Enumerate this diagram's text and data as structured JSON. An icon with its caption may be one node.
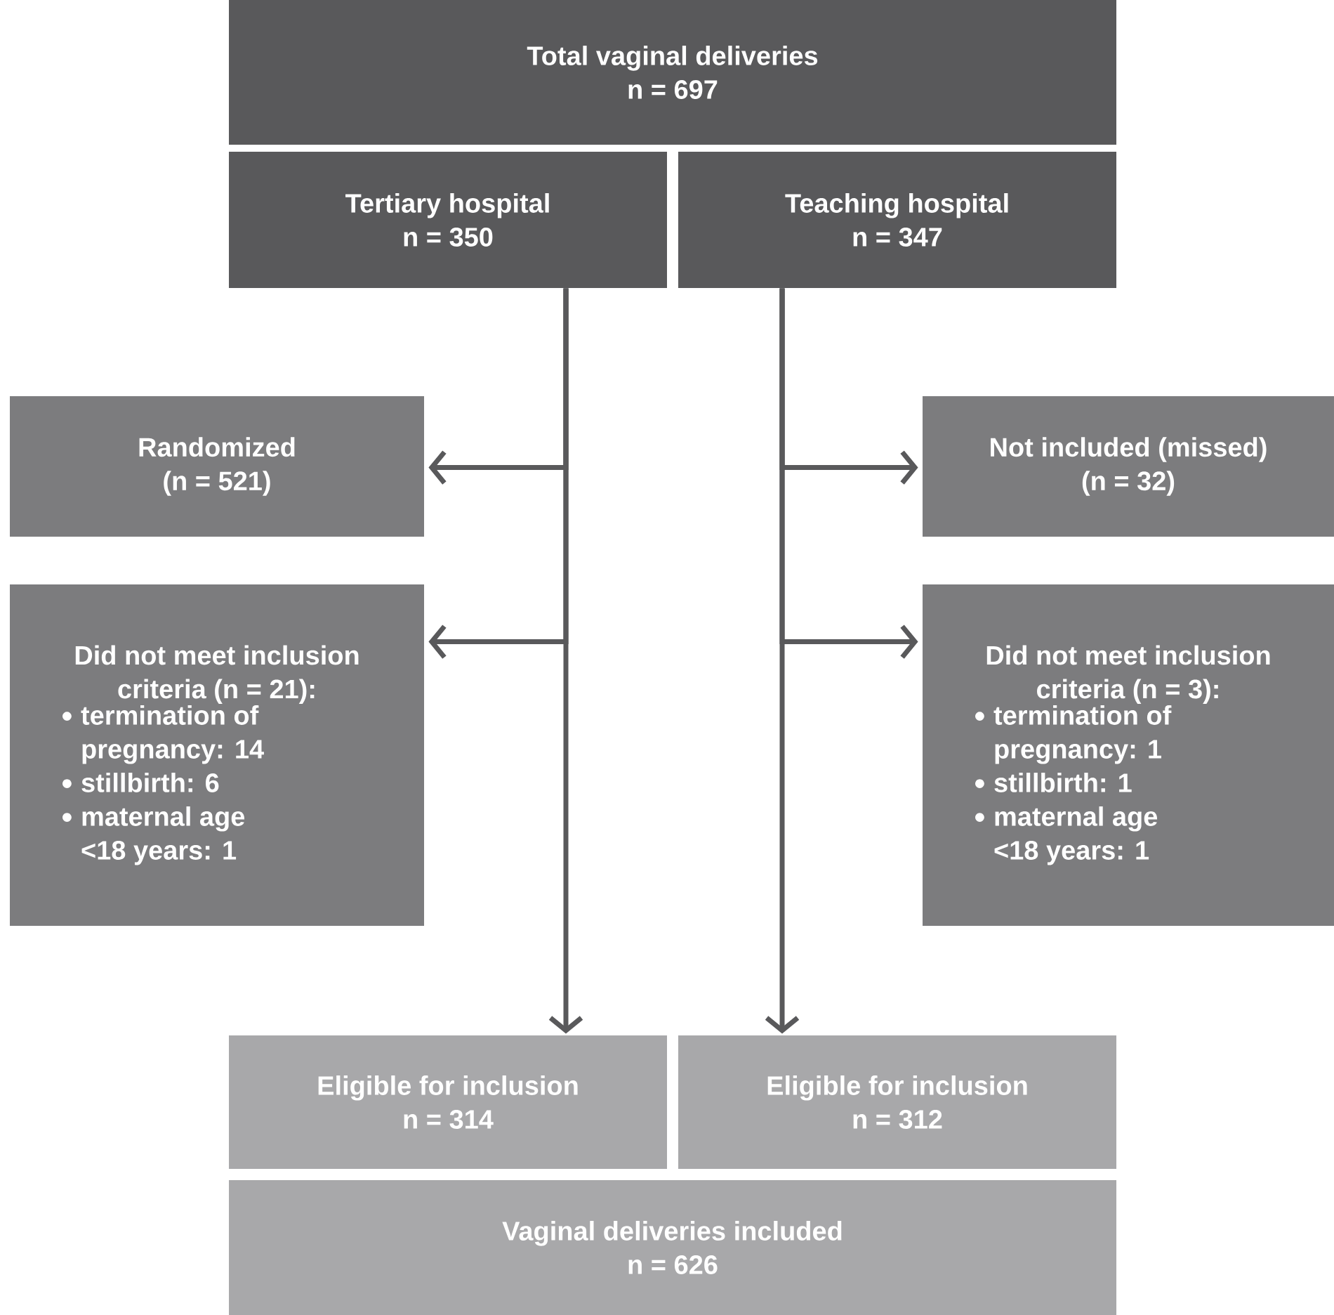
{
  "diagram": {
    "nodes": [
      {
        "text": [
          "Total vaginal deliveries",
          "n = 697"
        ]
      },
      {
        "text": [
          "Tertiary hospital",
          "n = 350"
        ]
      },
      {
        "text": [
          "Teaching hospital",
          "n = 347"
        ]
      },
      {
        "text": [
          "Randomized",
          "(n = 521)"
        ]
      },
      {
        "text": [
          "Not included (missed)",
          "(n = 32)"
        ]
      },
      {
        "text": [
          "Did not meet inclusion criteria (n = 21):",
          "termination of pregnancy: 14",
          "stillbirth: 6",
          "maternal age <18 years: 1"
        ]
      },
      {
        "text": [
          "Did not meet inclusion criteria (n = 3):",
          "termination of pregnancy: 1",
          "stillbirth: 1",
          "maternal age <18 years: 1"
        ]
      },
      {
        "text": [
          "Eligible for inclusion",
          "n = 314"
        ]
      },
      {
        "text": [
          "Eligible for inclusion",
          "n = 312"
        ]
      },
      {
        "text": [
          "Vaginal deliveries included",
          "n = 626"
        ]
      }
    ],
    "edges": [
      {
        "from": 1,
        "to": 3,
        "arrow": "to"
      },
      {
        "from": 1,
        "to": 5,
        "arrow": "to"
      },
      {
        "from": 1,
        "to": 7,
        "arrow": "to"
      },
      {
        "from": 2,
        "to": 4,
        "arrow": "to"
      },
      {
        "from": 2,
        "to": 6,
        "arrow": "to"
      },
      {
        "from": 2,
        "to": 8,
        "arrow": "to"
      }
    ]
  }
}
